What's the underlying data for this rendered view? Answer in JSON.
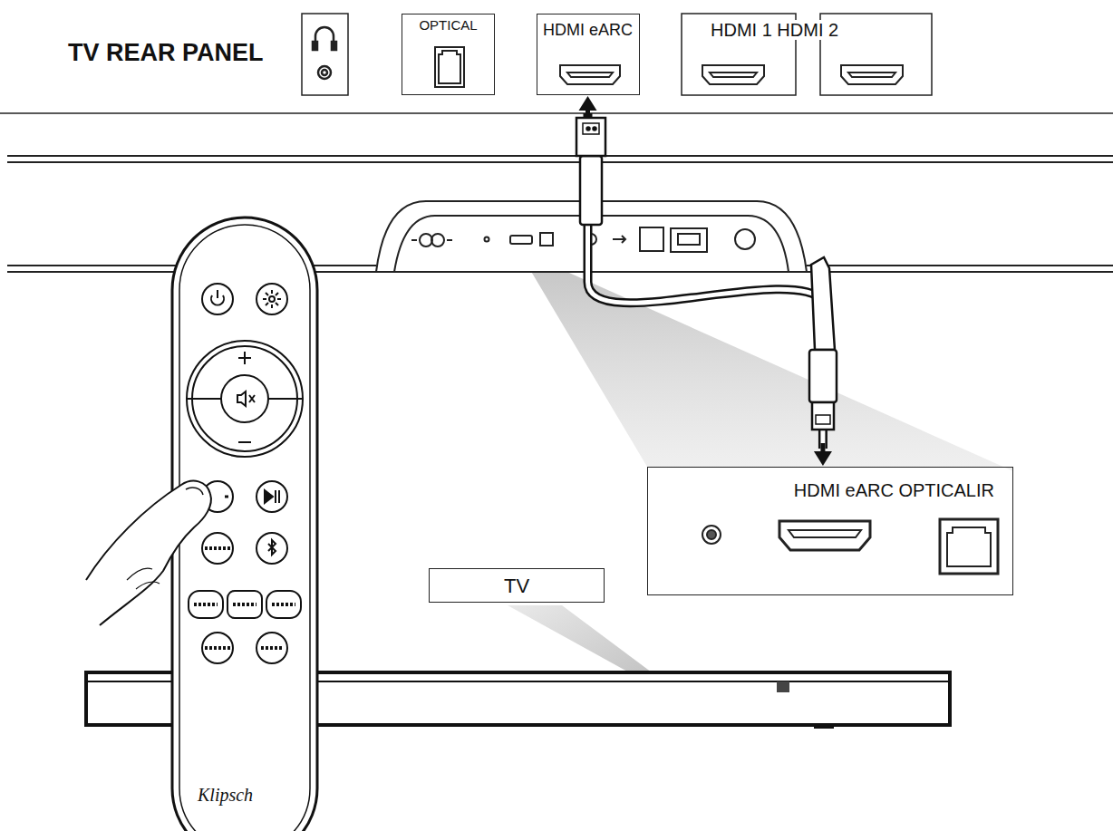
{
  "diagram": {
    "nodes": [
      {
        "text": [
          "OPTICAL"
        ]
      },
      {
        "text": [
          "HDMI eARC"
        ]
      },
      {
        "text": [
          "HDMI eARC OPTICALIR"
        ]
      },
      {
        "text": [
          "TV"
        ]
      }
    ],
    "edges": [
      {
        "from": 1,
        "to": 2,
        "arrow": "both"
      }
    ],
    "labels": [
      "TV REAR PANEL",
      "HDMI 1 HDMI 2",
      "Klipsch"
    ]
  }
}
